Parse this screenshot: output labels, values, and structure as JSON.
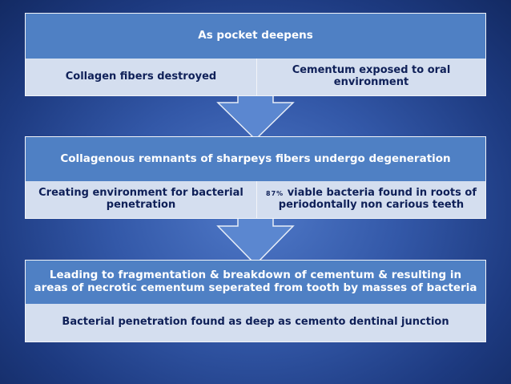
{
  "blocks": [
    {
      "header": "As pocket deepens",
      "cells": [
        "Collagen fibers destroyed",
        "Cementum exposed to oral environment"
      ]
    },
    {
      "header": "Collagenous remnants of sharpeys fibers undergo degeneration",
      "cells": [
        "Creating environment for bacterial penetration",
        "viable bacteria found in roots of periodontally non carious teeth"
      ],
      "cell_prefix": "87%"
    },
    {
      "header": "Leading to fragmentation & breakdown of cementum & resulting in areas of necrotic cementum seperated  from tooth by masses of bacteria",
      "cells": [
        "Bacterial penetration found as deep as cemento dentinal junction"
      ]
    }
  ],
  "colors": {
    "header_bg": "#4f80c4",
    "cell_bg": "#d4deef",
    "cell_text": "#0f2058",
    "arrow_fill": "#5b87d0"
  }
}
